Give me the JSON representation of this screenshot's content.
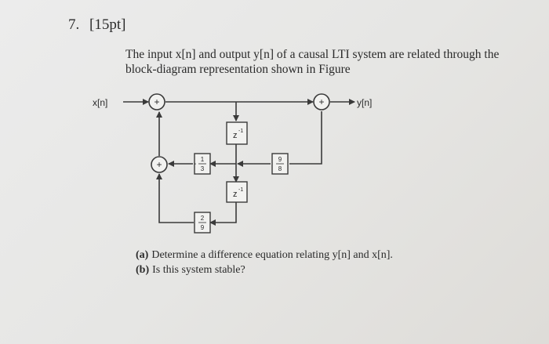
{
  "question": {
    "number": "7.",
    "points": "[15pt]",
    "intro_line1": "The input x[n] and output y[n] of a causal LTI system are related through the",
    "intro_line2": "block-diagram representation shown in Figure",
    "parts": [
      {
        "label": "(a)",
        "text": "Determine a difference equation relating y[n] and x[n]."
      },
      {
        "label": "(b)",
        "text": "Is this system stable?"
      }
    ]
  },
  "diagram": {
    "input_label": "x[n]",
    "output_label": "y[n]",
    "adder_symbol": "+",
    "delay_top": {
      "base": "z",
      "exp": "-1"
    },
    "delay_bottom": {
      "base": "z",
      "exp": "-1"
    },
    "gain_left": {
      "sign": "-",
      "num": "1",
      "den": "3"
    },
    "gain_right": {
      "num": "9",
      "den": "8"
    },
    "gain_bottom": {
      "num": "2",
      "den": "9"
    }
  }
}
